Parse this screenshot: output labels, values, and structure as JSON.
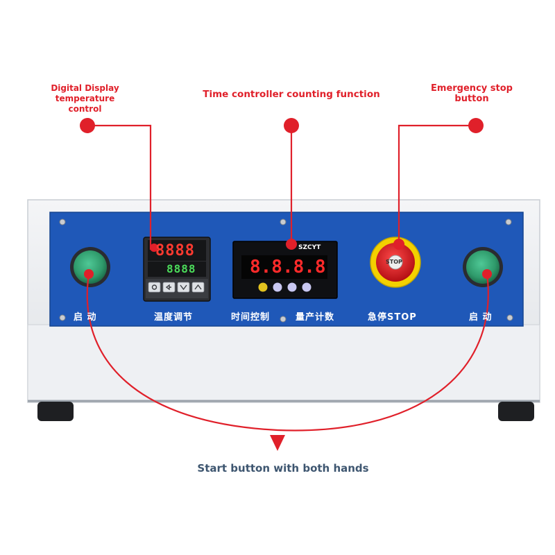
{
  "callouts": {
    "temp_control": "Digital Display\ntemperature control",
    "time_controller": "Time controller counting function",
    "emergency_stop": "Emergency stop\nbutton",
    "start_both_hands": "Start button with both hands"
  },
  "panel_labels": {
    "start_left": "启 动",
    "temp_adjust": "温度调节",
    "time_control": "时间控制",
    "count": "量产计数",
    "emergency_stop": "急停STOP",
    "start_right": "启 动"
  },
  "temp_display": {
    "pv": "8888",
    "sv": "8888"
  },
  "timer_display": {
    "brand": "SZCYT",
    "value": "8.8.8.8"
  },
  "emergency_button": {
    "label": "STOP"
  },
  "colors": {
    "callout_red": "#e0202a",
    "callout_blue": "#3e5670",
    "panel_blue": "#1f58b8",
    "button_green": "#2f9a6b",
    "stop_red": "#d81e1e"
  }
}
